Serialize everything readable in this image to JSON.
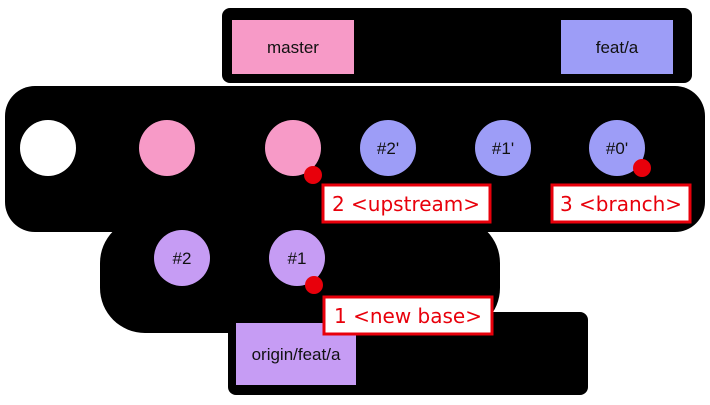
{
  "colors": {
    "background": "#000000",
    "base_commit": "#ffffff",
    "master_commit": "#f79ac7",
    "feature_commit": "#9d9df7",
    "origin_commit": "#c69cf4",
    "master_label": "#f79ac7",
    "feature_label": "#9d9df7",
    "origin_label": "#c69cf4",
    "annotation": "#e8000b"
  },
  "branches": {
    "master": "master",
    "feature": "feat/a",
    "origin": "origin/feat/a"
  },
  "commits": {
    "base": "",
    "master_1": "",
    "master_2": "",
    "rebased_2": "#2'",
    "rebased_1": "#1'",
    "rebased_0": "#0'",
    "origin_2": "#2",
    "origin_1": "#1"
  },
  "annotations": {
    "upstream": "2 <upstream>",
    "branch": "3 <branch>",
    "new_base": "1 <new base>"
  }
}
